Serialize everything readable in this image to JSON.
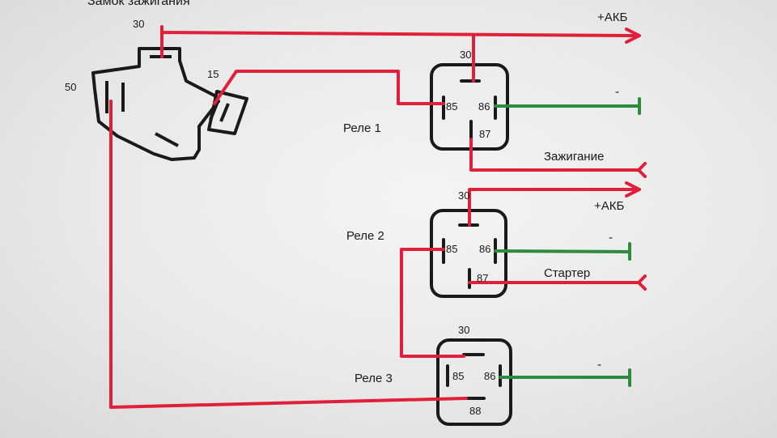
{
  "title": "Замок зажигания",
  "ignition_switch": {
    "pins": {
      "p30": "30",
      "p15": "15",
      "p50": "50"
    }
  },
  "relays": [
    {
      "label": "Реле 1",
      "pins": {
        "p30": "30",
        "p85": "85",
        "p86": "86",
        "p87": "87"
      }
    },
    {
      "label": "Реле 2",
      "pins": {
        "p30": "30",
        "p85": "85",
        "p86": "86",
        "p87": "87"
      }
    },
    {
      "label": "Реле 3",
      "pins": {
        "p30": "30",
        "p85": "85",
        "p86": "86",
        "p88": "88"
      }
    }
  ],
  "outputs": {
    "battery_top": "+АКБ",
    "minus_1": "-",
    "ignition": "Зажигание",
    "battery_2": "+АКБ",
    "minus_2": "-",
    "starter": "Стартер",
    "minus_3": "-"
  },
  "colors": {
    "positive_wire": "#e0203a",
    "ground_wire": "#2e8b3e",
    "outline": "#1a1a1a"
  }
}
